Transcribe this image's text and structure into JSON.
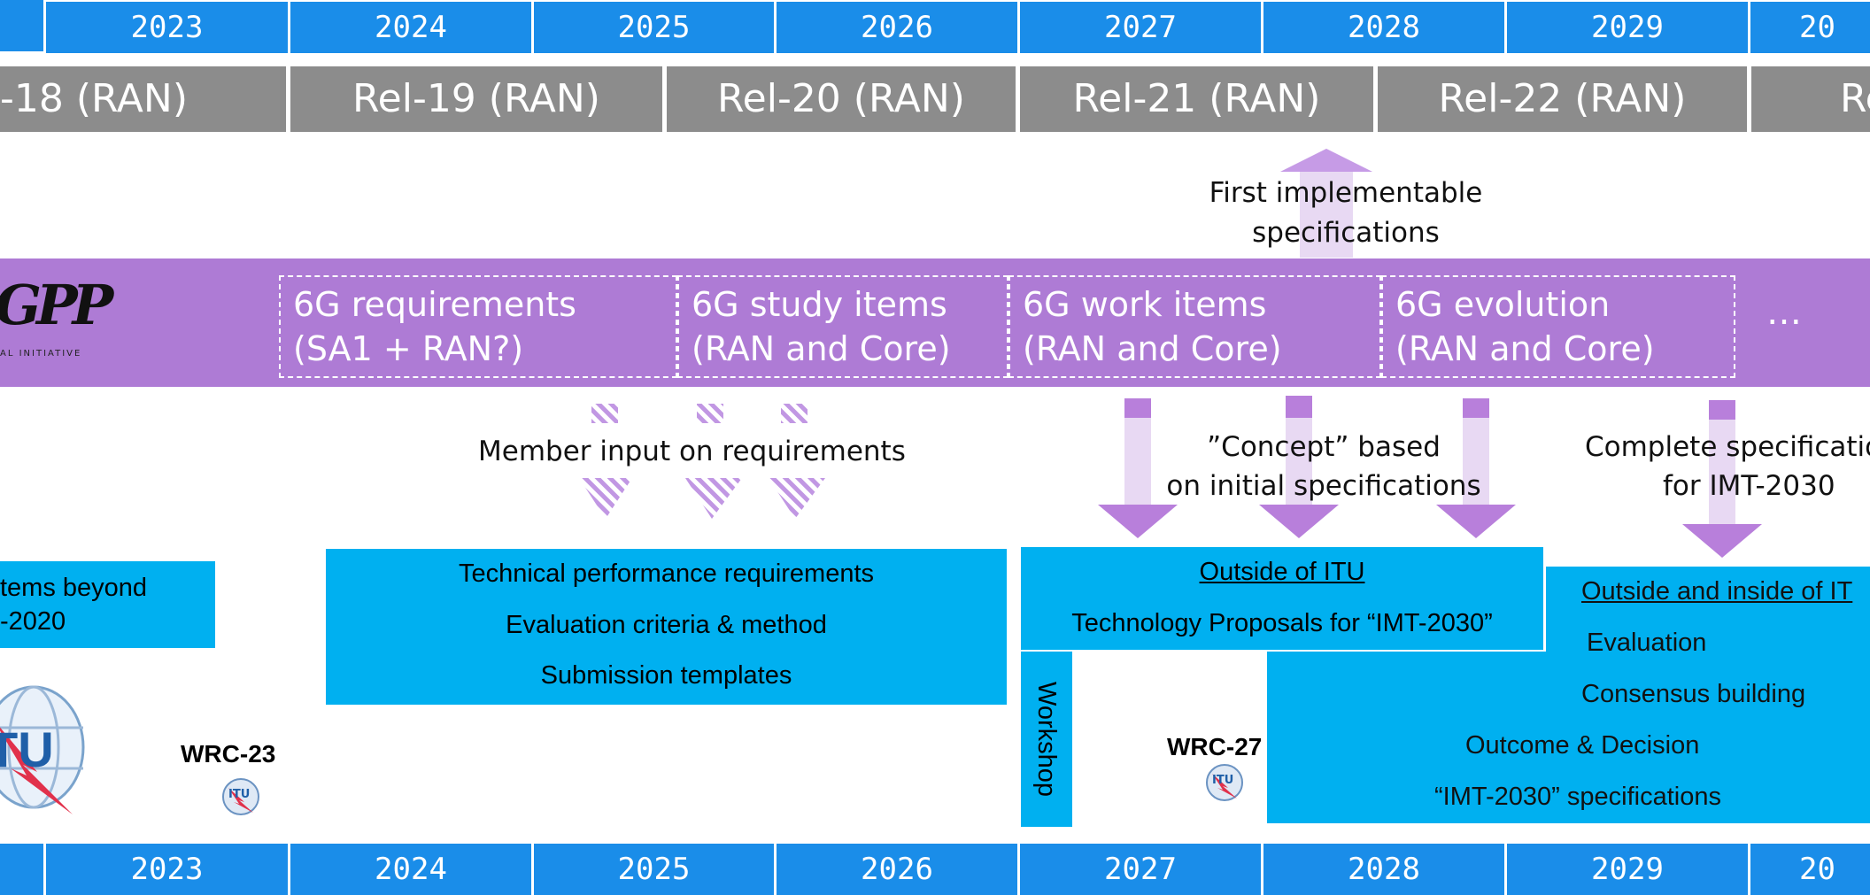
{
  "years_top": [
    "2023",
    "2024",
    "2025",
    "2026",
    "2027",
    "2028",
    "2029",
    "20"
  ],
  "years_bottom": [
    "2023",
    "2024",
    "2025",
    "2026",
    "2027",
    "2028",
    "2029",
    "20"
  ],
  "releases": [
    "-18 (RAN)",
    "Rel-19 (RAN)",
    "Rel-20 (RAN)",
    "Rel-21 (RAN)",
    "Rel-22 (RAN)",
    "Rel-"
  ],
  "first_impl": {
    "line1": "First implementable",
    "line2": "specifications"
  },
  "logo_3gpp": {
    "text": "GPP",
    "tagline": "AL INITIATIVE"
  },
  "phases": [
    {
      "line1": "6G requirements",
      "line2": "(SA1 + RAN?)"
    },
    {
      "line1": "6G study items",
      "line2": "(RAN and Core)"
    },
    {
      "line1": "6G work items",
      "line2": "(RAN and Core)"
    },
    {
      "line1": "6G evolution",
      "line2": "(RAN and Core)"
    }
  ],
  "ellipsis": "…",
  "member_input": "Member input on requirements",
  "concept": {
    "line1": "”Concept” based",
    "line2": "on initial specifications"
  },
  "complete": {
    "line1": "Complete specificatio",
    "line2": "for IMT-2030"
  },
  "beyond": {
    "line1": "tems beyond",
    "line2": "-2020"
  },
  "tech_req": {
    "line1": "Technical performance requirements",
    "line2": "Evaluation criteria & method",
    "line3": "Submission templates"
  },
  "outside": {
    "title": "Outside of ITU",
    "line": "Technology Proposals for “IMT-2030”"
  },
  "workshop": "Workshop",
  "outside_inside": {
    "title": "Outside and inside of IT",
    "evaluation": "Evaluation",
    "consensus": "Consensus building",
    "outcome": "Outcome & Decision",
    "specs": "“IMT-2030” specifications"
  },
  "wrc23": "WRC-23",
  "wrc27": "WRC-27",
  "itu_logo": "TU",
  "itu_small": "ITU",
  "colors": {
    "year_blue": "#1a8de9",
    "release_gray": "#8c8c8c",
    "purple": "#ae7bd5",
    "light_purple": "#e8d9f3",
    "arrow_purple": "#b87fdb",
    "cyan": "#00b0f0"
  }
}
